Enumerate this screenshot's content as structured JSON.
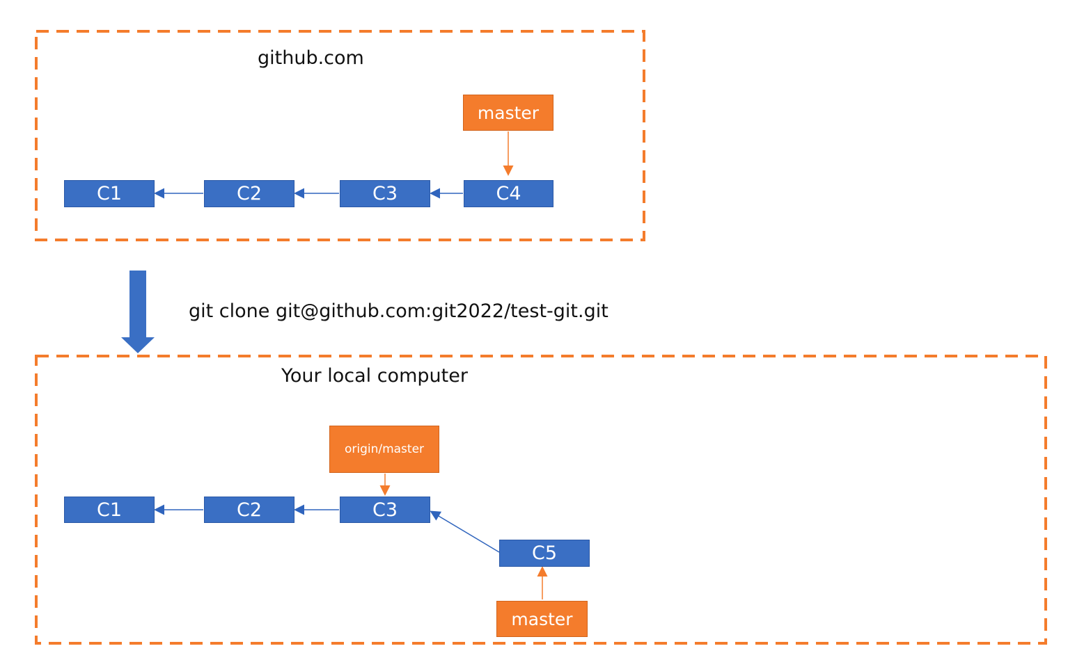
{
  "remote": {
    "label": "github.com",
    "commits": [
      "C1",
      "C2",
      "C3",
      "C4"
    ],
    "branch": "master"
  },
  "command": {
    "text": "git clone git@github.com:git2022/test-git.git"
  },
  "local": {
    "label": "Your local computer",
    "commits": [
      "C1",
      "C2",
      "C3",
      "C5"
    ],
    "remote_tracking_branch": "origin/master",
    "branch": "master"
  },
  "colors": {
    "commit_fill": "#3a6fc4",
    "branch_fill": "#f47c2c",
    "border_dashed": "#f47c2c",
    "arrow_blue": "#2f64bd"
  }
}
